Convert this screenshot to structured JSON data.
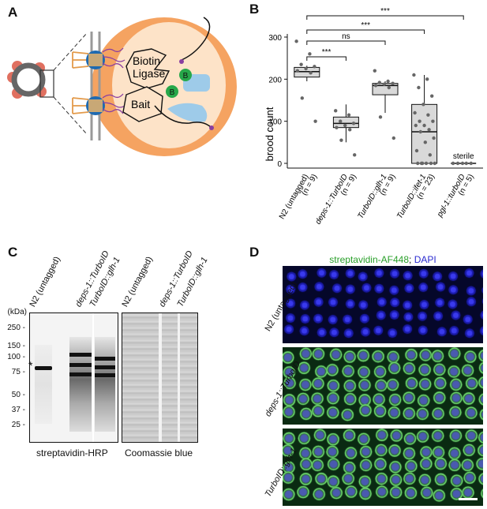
{
  "panels": {
    "A": "A",
    "B": "B",
    "C": "C",
    "D": "D"
  },
  "panelA": {
    "biotin_ligase_line1": "Biotin",
    "biotin_ligase_line2": "Ligase",
    "bait": "Bait",
    "biotin_symbol": "B",
    "colors": {
      "cell": "#f5a361",
      "cell_light": "#fde3c8",
      "tether": "#e39a4a",
      "blue": "#1f6ab0",
      "light_blue": "#9ecbe9",
      "biotin": "#27a84a",
      "purple": "#8a3fa0"
    }
  },
  "chart_data": {
    "type": "box",
    "ylabel": "brood count",
    "ylim": [
      0,
      300
    ],
    "yticks": [
      0,
      100,
      200,
      300
    ],
    "categories": [
      {
        "line1": "N2 (untagged)",
        "line2": "(n = 9)",
        "italic": false
      },
      {
        "line1": "deps-1::TurboID",
        "line2": "(n = 9)",
        "italic": true
      },
      {
        "line1": "TurboID::glh-1",
        "line2": "(n = 9)",
        "italic": true
      },
      {
        "line1": "TurboID::ifet-1",
        "line2": "(n = 23)",
        "italic": true
      },
      {
        "line1": "pgl-1::turboID",
        "line2": "(n = 5)",
        "italic": true
      }
    ],
    "boxes": [
      {
        "q1": 205,
        "median": 218,
        "q3": 228,
        "whisker_low": 195,
        "whisker_high": 232,
        "points": [
          290,
          260,
          235,
          230,
          225,
          220,
          215,
          155,
          100
        ]
      },
      {
        "q1": 85,
        "median": 95,
        "q3": 110,
        "whisker_low": 50,
        "whisker_high": 140,
        "points": [
          125,
          115,
          100,
          95,
          90,
          85,
          80,
          55,
          20
        ]
      },
      {
        "q1": 163,
        "median": 185,
        "q3": 190,
        "whisker_low": 120,
        "whisker_high": 195,
        "points": [
          220,
          195,
          192,
          190,
          188,
          185,
          180,
          110,
          60
        ]
      },
      {
        "q1": 0,
        "median": 75,
        "q3": 140,
        "whisker_low": 0,
        "whisker_high": 210,
        "points": [
          210,
          200,
          180,
          160,
          140,
          120,
          115,
          100,
          100,
          90,
          90,
          80,
          75,
          60,
          50,
          30,
          20,
          0,
          0,
          0,
          0,
          0,
          0
        ]
      },
      {
        "q1": 0,
        "median": 0,
        "q3": 0,
        "whisker_low": 0,
        "whisker_high": 0,
        "points": [
          0,
          0,
          0,
          0,
          0
        ]
      }
    ],
    "sterile_label": "sterile",
    "significance": [
      {
        "from": 0,
        "to": 1,
        "label": "***"
      },
      {
        "from": 0,
        "to": 2,
        "label": "ns"
      },
      {
        "from": 0,
        "to": 3,
        "label": "***"
      },
      {
        "from": 0,
        "to": 4,
        "label": "***"
      }
    ]
  },
  "panelC": {
    "kda_label": "(kDa)",
    "markers": [
      "250",
      "150",
      "100",
      "75",
      "50",
      "37",
      "25"
    ],
    "asterisk": "*",
    "left_lanes": [
      {
        "label": "N2 (untagged)",
        "italic": false
      },
      {
        "label": "deps-1::TurboID",
        "italic": true
      },
      {
        "label": "TurboID::glh-1",
        "italic": true
      }
    ],
    "right_lanes": [
      {
        "label": "N2 (untagged)",
        "italic": false
      },
      {
        "label": "deps-1::TurboID",
        "italic": true
      },
      {
        "label": "TurboID::glh-1",
        "italic": true
      }
    ],
    "caption_left": "streptavidin-HRP",
    "caption_right": "Coomassie blue"
  },
  "panelD": {
    "title_green": "streptavidin-AF448",
    "title_sep": ";",
    "title_blue": "DAPI",
    "rows": [
      {
        "label": "N2 (untagged)",
        "italic": false
      },
      {
        "label": "deps-1::TurboID",
        "italic": true
      },
      {
        "label": "TurboID::glh-1",
        "italic": true
      }
    ]
  }
}
